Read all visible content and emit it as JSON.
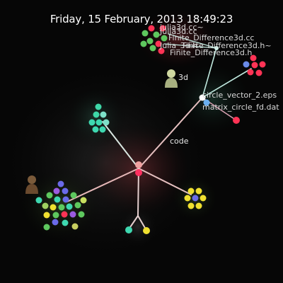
{
  "timestamp": "Friday, 15 February, 2013 18:49:23",
  "directories": {
    "code": "code",
    "three_d": "3d"
  },
  "files": [
    "circle_vector_2.eps",
    "matrix_circle_fd.dat",
    "Finite_Difference3d.h",
    "Finite_Difference3d.cc",
    "Finite_Difference3d.h~",
    "Julia_3d.h",
    "julia3d.cc~",
    "Julia3d.cc"
  ],
  "colors": {
    "background": "#060606",
    "edge": "#e6b8b8",
    "edge_teal": "#bfe8de",
    "dir_node_main": "#f0a0a0",
    "dir_node_accent": "#ff3060",
    "file_teal": "#3ed8b0",
    "file_yellow": "#f0e030",
    "file_blue": "#6a6ae8",
    "file_red": "#ff3355",
    "file_green": "#5ec85e",
    "file_purple": "#9b5be0"
  },
  "icons": {
    "user_avatars": [
      "person-silhouette-icon",
      "person-silhouette-icon"
    ]
  }
}
